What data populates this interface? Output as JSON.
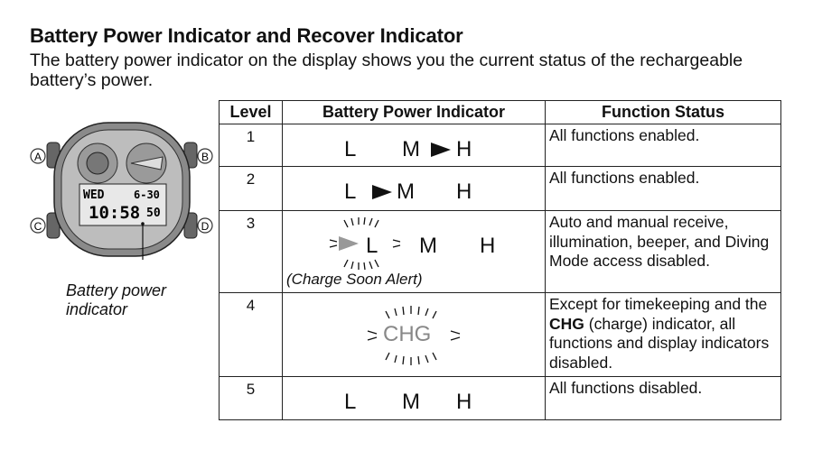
{
  "heading": "Battery Power Indicator and Recover Indicator",
  "intro": "The battery power indicator on the display shows you the current status of the rechargeable battery’s power.",
  "figure": {
    "button_labels": [
      "A",
      "B",
      "C",
      "D"
    ],
    "display_day": "WED",
    "display_date": "6-30",
    "display_time": "10:58",
    "display_seconds": "50",
    "caption_line1": "Battery power",
    "caption_line2": "indicator"
  },
  "table": {
    "headers": [
      "Level",
      "Battery Power Indicator",
      "Function Status"
    ],
    "rows": [
      {
        "level": "1",
        "L": "L",
        "M": "M",
        "H": "H",
        "pointer": "M-H",
        "status": "All functions enabled."
      },
      {
        "level": "2",
        "L": "L",
        "M": "M",
        "H": "H",
        "pointer": "L-M",
        "status": "All functions enabled."
      },
      {
        "level": "3",
        "L": "L",
        "M": "M",
        "H": "H",
        "pointer": "L (flashing)",
        "alert": "(Charge Soon Alert)",
        "status": "Auto and manual receive, illumination, beeper, and Diving Mode access disabled."
      },
      {
        "level": "4",
        "chg": "CHG",
        "status_before": "Except for timekeeping and the ",
        "status_bold": "CHG",
        "status_after": " (charge) indicator, all functions and display indicators disabled."
      },
      {
        "level": "5",
        "L": "L",
        "M": "M",
        "H": "H",
        "pointer": "none",
        "status": "All functions disabled."
      }
    ]
  }
}
